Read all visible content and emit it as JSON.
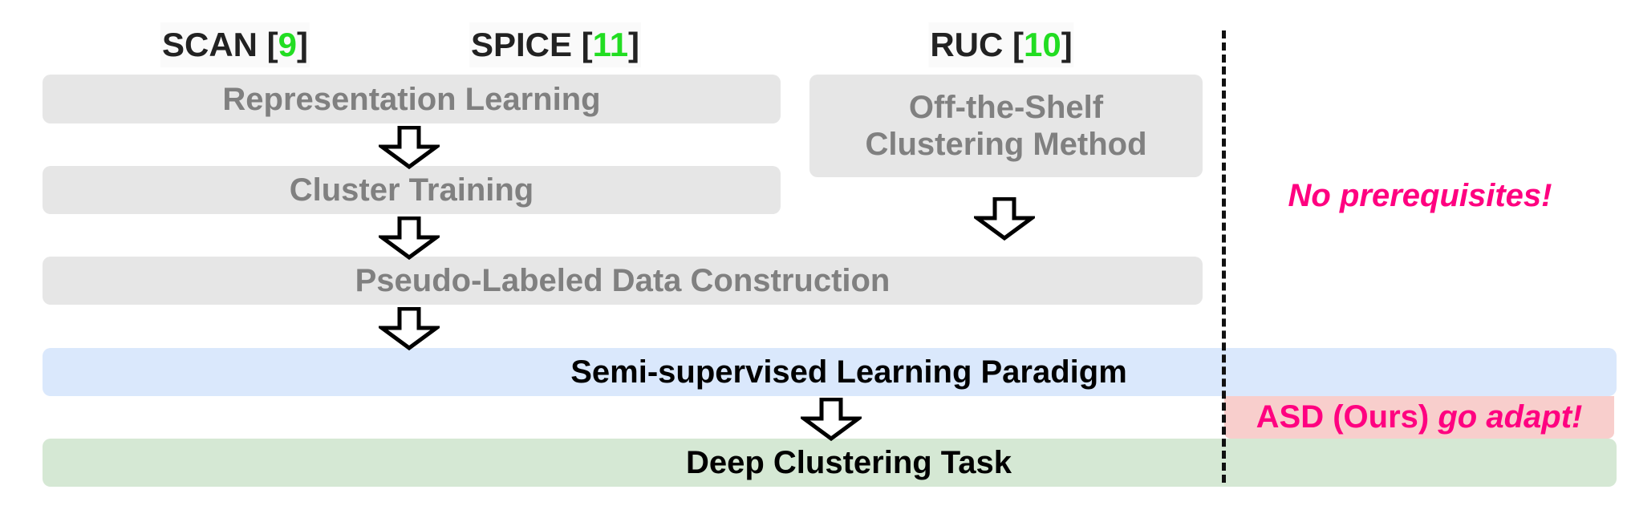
{
  "methods": [
    {
      "name": "SCAN",
      "ref": "9"
    },
    {
      "name": "SPICE",
      "ref": "11"
    },
    {
      "name": "RUC",
      "ref": "10"
    }
  ],
  "stages": {
    "representation": "Representation Learning",
    "cluster_training": "Cluster Training",
    "off_the_shelf_line1": "Off-the-Shelf",
    "off_the_shelf_line2": "Clustering Method",
    "pseudo_label": "Pseudo-Labeled Data Construction",
    "semi_supervised": "Semi-supervised Learning Paradigm",
    "deep_clustering": "Deep Clustering Task"
  },
  "ours": {
    "no_prereq": "No prerequisites!",
    "asd_label": "ASD (Ours)",
    "go_adapt": "go adapt!"
  },
  "colors": {
    "gray_box": "#e6e6e6",
    "blue_box": "#dae8fc",
    "green_box": "#d5e8d4",
    "pink_box": "#f8cecc",
    "highlight": "#ff0080",
    "ref_green": "#22dd22"
  }
}
